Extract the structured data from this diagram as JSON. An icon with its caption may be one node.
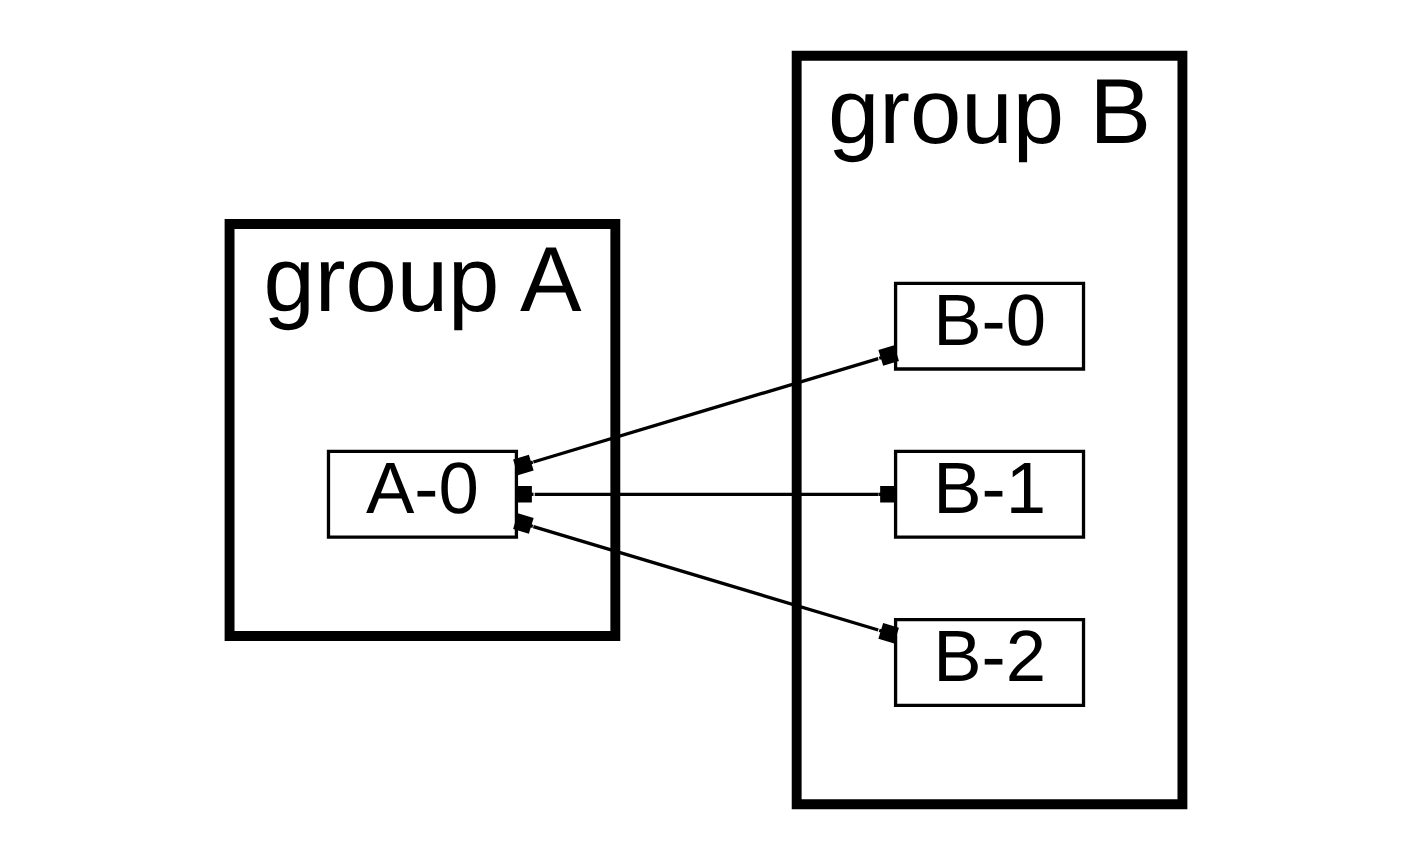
{
  "diagram": {
    "nodes": [
      {
        "text": [
          "group A"
        ]
      },
      {
        "text": [
          "A-0"
        ],
        "in": 0
      },
      {
        "text": [
          "group B"
        ]
      },
      {
        "text": [
          "B-0"
        ],
        "in": 2
      },
      {
        "text": [
          "B-1"
        ],
        "in": 2
      },
      {
        "text": [
          "B-2"
        ],
        "in": 2
      }
    ],
    "edges": [
      {
        "from": 1,
        "to": 3,
        "arrow": "other"
      },
      {
        "from": 1,
        "to": 4,
        "arrow": "other"
      },
      {
        "from": 1,
        "to": 5,
        "arrow": "other"
      }
    ]
  }
}
